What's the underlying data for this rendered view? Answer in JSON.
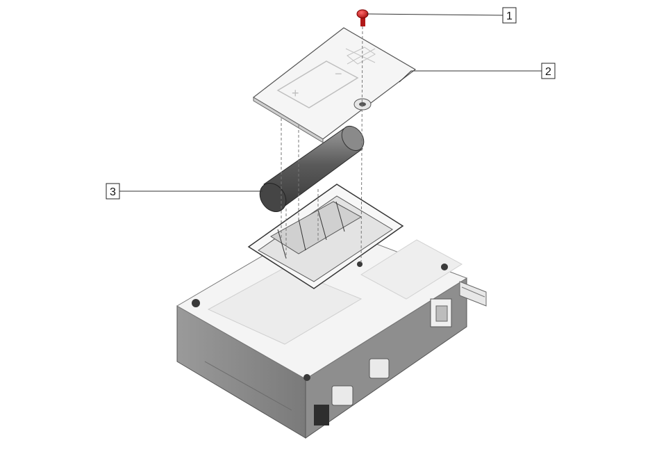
{
  "callouts": [
    {
      "id": "1",
      "label": "1",
      "part": "screw"
    },
    {
      "id": "2",
      "label": "2",
      "part": "battery-cover"
    },
    {
      "id": "3",
      "label": "3",
      "part": "battery"
    }
  ],
  "colors": {
    "screw": "#d02020",
    "housing_light": "#f2f2f2",
    "housing_mid": "#d8d8d8",
    "housing_dark": "#8a8a8a",
    "battery": "#5c5c5c",
    "line": "#333333"
  }
}
